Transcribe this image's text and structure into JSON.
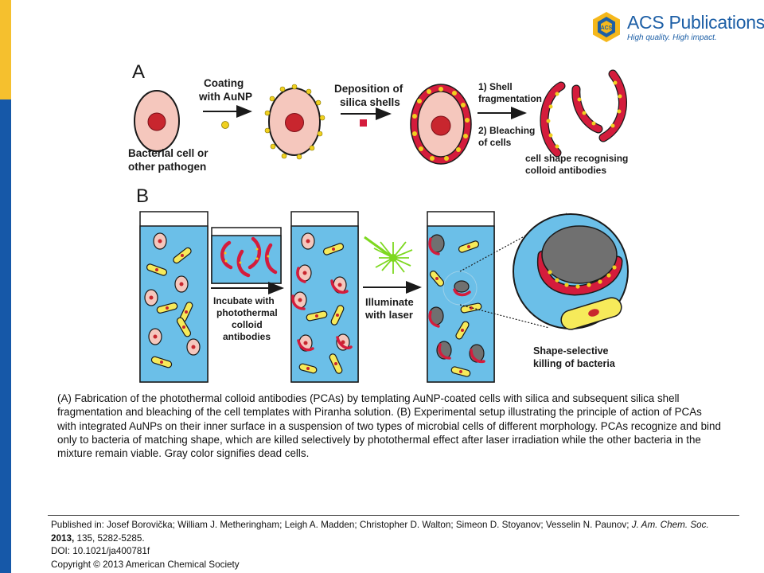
{
  "publisher": {
    "name": "ACS Publications",
    "tagline": "High quality. High impact.",
    "brand_color": "#1d5fa6",
    "accent_color": "#f5c02e",
    "sidebar_color": "#1658a8"
  },
  "figure": {
    "panel_a": {
      "label": "A",
      "cell_label_1": "Bacterial cell or",
      "cell_label_2": "other pathogen",
      "step1_line1": "Coating",
      "step1_line2": "with AuNP",
      "step2_line1": "Deposition of",
      "step2_line2": "silica shells",
      "step3_a1": "1) Shell",
      "step3_a2": "fragmentation",
      "step3_b1": "2) Bleaching",
      "step3_b2": "of cells",
      "result_1": "cell shape recognising",
      "result_2": "colloid antibodies"
    },
    "panel_b": {
      "label": "B",
      "incubate_1": "Incubate with",
      "incubate_2": "photothermal",
      "incubate_3": "colloid",
      "incubate_4": "antibodies",
      "illuminate_1": "Illuminate",
      "illuminate_2": "with laser",
      "killing_1": "Shape-selective",
      "killing_2": "killing of bacteria"
    },
    "colors": {
      "cell_fill": "#f5c7bd",
      "nucleus": "#c8262e",
      "gold_np": "#f0d020",
      "silica_shell": "#d41c3c",
      "liquid": "#6bbfe8",
      "rod_fill": "#f6ea5a",
      "dead_cell": "#707070",
      "laser": "#7dd81f"
    }
  },
  "caption": "(A) Fabrication of the photothermal colloid antibodies (PCAs) by templating AuNP-coated cells with silica and subsequent silica shell fragmentation and bleaching of the cell templates with Piranha solution. (B) Experimental setup illustrating the principle of action of PCAs with integrated AuNPs on their inner surface in a suspension of two types of microbial cells of different morphology. PCAs recognize and bind only to bacteria of matching shape, which are killed selectively by photothermal effect after laser irradiation while the other bacteria in the mixture remain viable. Gray color signifies dead cells.",
  "citation": {
    "prefix": "Published in: ",
    "authors": "Josef Borovička; William J. Metheringham; Leigh A. Madden; Christopher D. Walton; Simeon D. Stoyanov; Vesselin N. Paunov;",
    "journal": "J. Am. Chem. Soc.",
    "year": "2013,",
    "volume_pages": "135, 5282-5285.",
    "doi": "DOI: 10.1021/ja400781f",
    "copyright": "Copyright © 2013 American Chemical Society"
  }
}
